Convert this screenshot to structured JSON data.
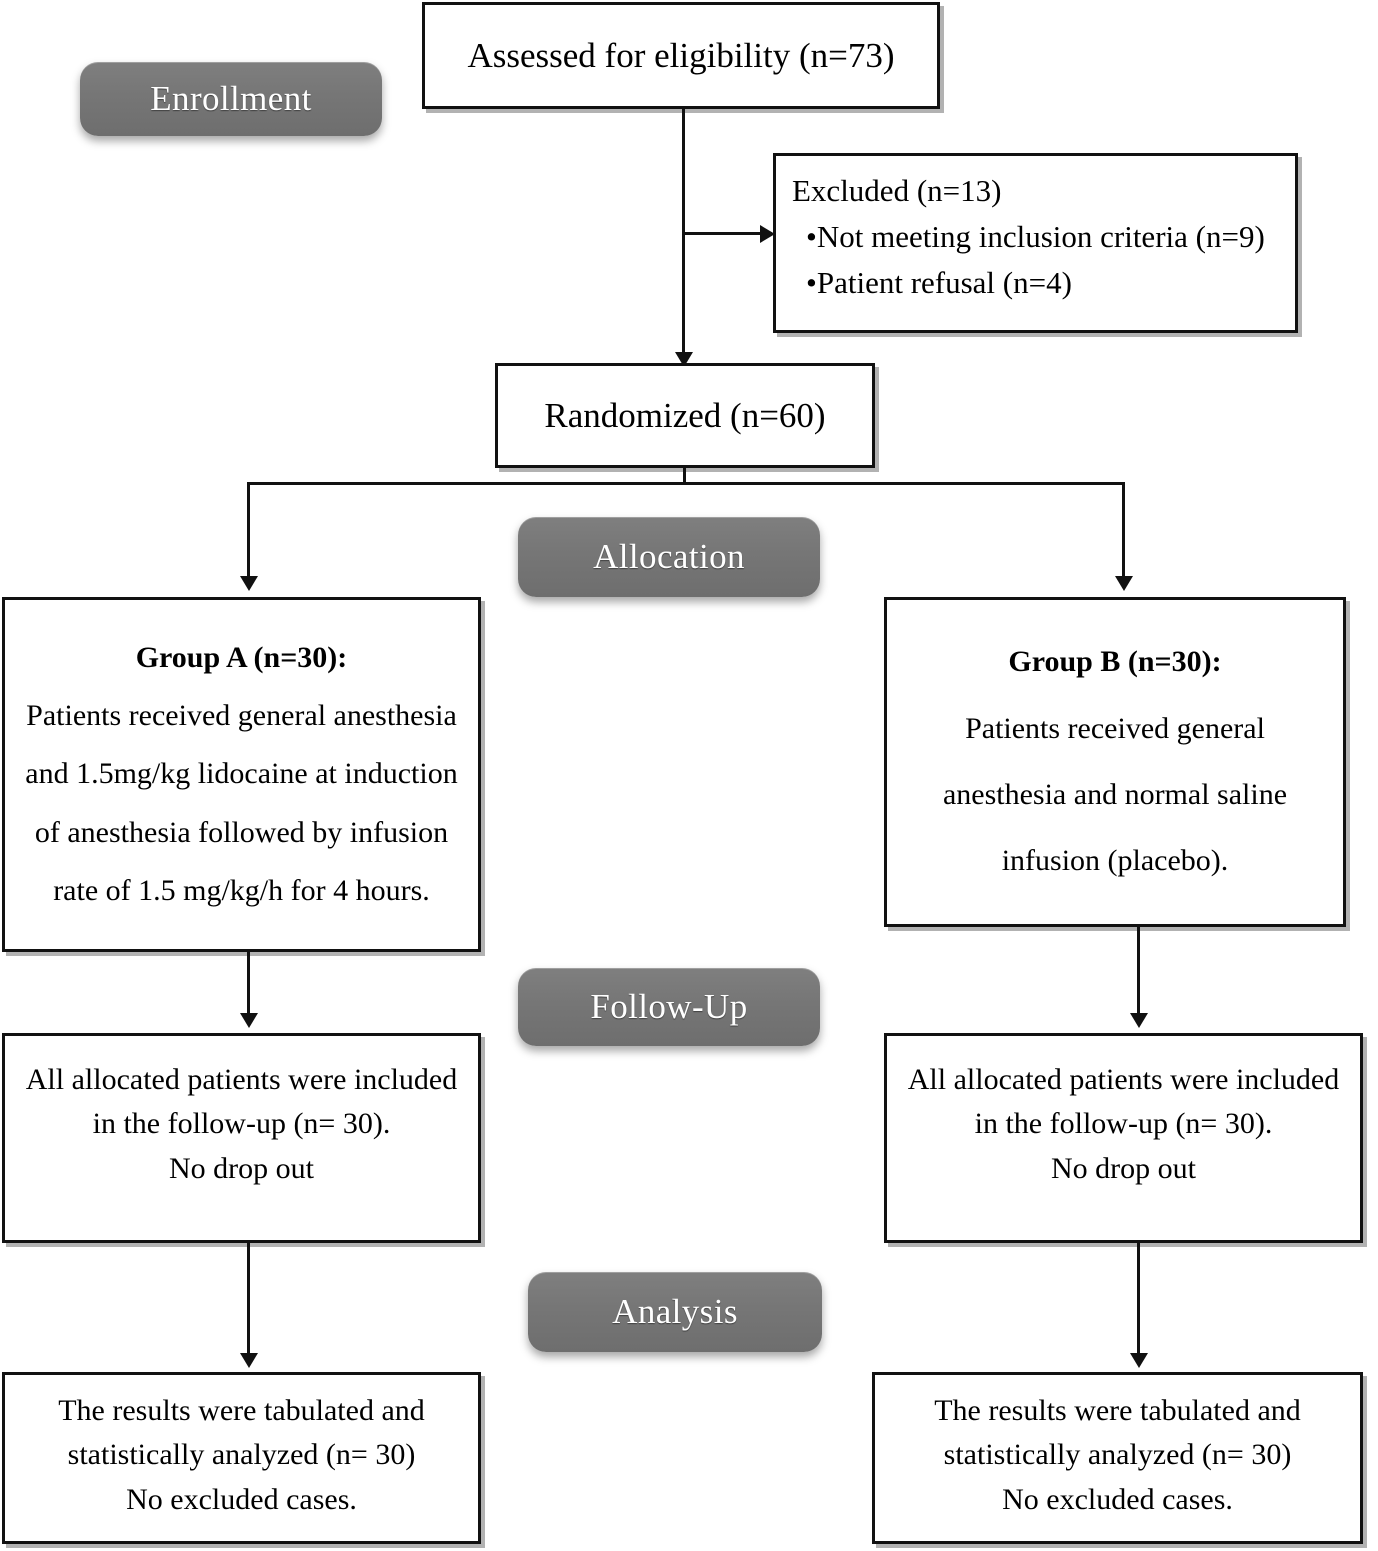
{
  "diagram": {
    "title": "CONSORT participant flow diagram",
    "colors": {
      "box_border": "#111111",
      "box_fill": "#ffffff",
      "pill_fill": "#767676",
      "pill_text": "#ffffff",
      "connector": "#111111"
    },
    "stages": [
      {
        "id": "enrollment",
        "label": "Enrollment"
      },
      {
        "id": "allocation",
        "label": "Allocation"
      },
      {
        "id": "followup",
        "label": "Follow-Up"
      },
      {
        "id": "analysis",
        "label": "Analysis"
      }
    ],
    "nodes": {
      "assessed": {
        "lines": [
          "Assessed for eligibility (n=73)"
        ]
      },
      "excluded": {
        "lines": [
          "Excluded (n=13)",
          "•Not meeting inclusion criteria (n=9)",
          "•Patient refusal (n=4)"
        ]
      },
      "randomized": {
        "lines": [
          "Randomized (n=60)"
        ]
      },
      "group_a": {
        "heading": "Group A (n=30):",
        "lines": [
          "Patients received general anesthesia",
          "and 1.5mg/kg lidocaine at induction",
          "of anesthesia followed by infusion",
          "rate of 1.5 mg/kg/h for 4 hours."
        ]
      },
      "group_b": {
        "heading": "Group B (n=30):",
        "lines": [
          "Patients received general",
          "anesthesia and normal saline",
          "infusion (placebo)."
        ]
      },
      "followup_a": {
        "lines": [
          "All allocated patients were included",
          "in the follow-up (n= 30).",
          "No drop out"
        ]
      },
      "followup_b": {
        "lines": [
          "All allocated patients were included",
          "in the follow-up (n= 30).",
          "No drop out"
        ]
      },
      "analysis_a": {
        "lines": [
          "The results were tabulated and",
          "statistically analyzed (n= 30)",
          "No excluded cases."
        ]
      },
      "analysis_b": {
        "lines": [
          "The results were tabulated and",
          "statistically analyzed (n= 30)",
          "No excluded cases."
        ]
      }
    }
  }
}
